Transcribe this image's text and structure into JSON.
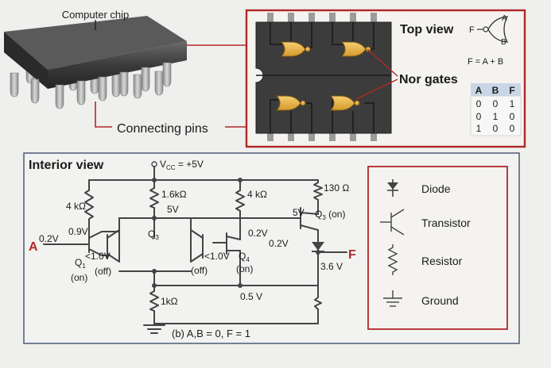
{
  "colors": {
    "background": "#efefed",
    "frame_red": "#b02828",
    "chip_body": "#3d3d3d",
    "gate_fill": "#e8b54a",
    "frame_blue": "#56657a",
    "table_header": "#c9d6e6"
  },
  "chip": {
    "label": "Computer chip",
    "pins_label": "Connecting pins"
  },
  "top_view": {
    "title": "Top view",
    "symbol_input": "F",
    "symbol_out_a": "A",
    "symbol_out_b": "B",
    "equation": "F = A + B",
    "gates_label": "Nor gates",
    "truth_table": {
      "headers": [
        "A",
        "B",
        "F"
      ],
      "rows": [
        [
          "0",
          "0",
          "1"
        ],
        [
          "0",
          "1",
          "0"
        ],
        [
          "1",
          "0",
          "0"
        ]
      ]
    }
  },
  "interior": {
    "title": "Interior view",
    "vcc": "V",
    "vcc_sub": "CC",
    "vcc_value": " = +5V",
    "input_a": "A",
    "output_f": "F",
    "r1": "4 kΩ",
    "r2": "1.6kΩ",
    "r3": "4 kΩ",
    "r4": "130 Ω",
    "r5": "1kΩ",
    "v_5v_mid": "5V",
    "v_5v_right": "5V",
    "v_a": "0.2V",
    "v_q1": "0.9V",
    "v_q4_in": "0.2V",
    "v_q4_out": "0.2V",
    "v_diode": "3.6 V",
    "v_low": "0.5 V",
    "q1_base": "<1.0V",
    "q1_name": "Q",
    "q1_sub": "1",
    "q1_state": "(on)",
    "q2_state": "(off)",
    "q3_name": "Q",
    "q3_sub": "3",
    "q5_base": "<1.0V",
    "q5_state": "(off)",
    "q4_name": "Q",
    "q4_sub": "4",
    "q4_state": "(on)",
    "q3_right_name": "Q",
    "q3_right_sub": "3",
    "q3_right_state": " (on)",
    "caption": "(b) A,B = 0, F = 1"
  },
  "legend": {
    "items": [
      {
        "label": "Diode",
        "icon": "diode-icon"
      },
      {
        "label": "Transistor",
        "icon": "transistor-icon"
      },
      {
        "label": "Resistor",
        "icon": "resistor-icon"
      },
      {
        "label": "Ground",
        "icon": "ground-icon"
      }
    ]
  }
}
